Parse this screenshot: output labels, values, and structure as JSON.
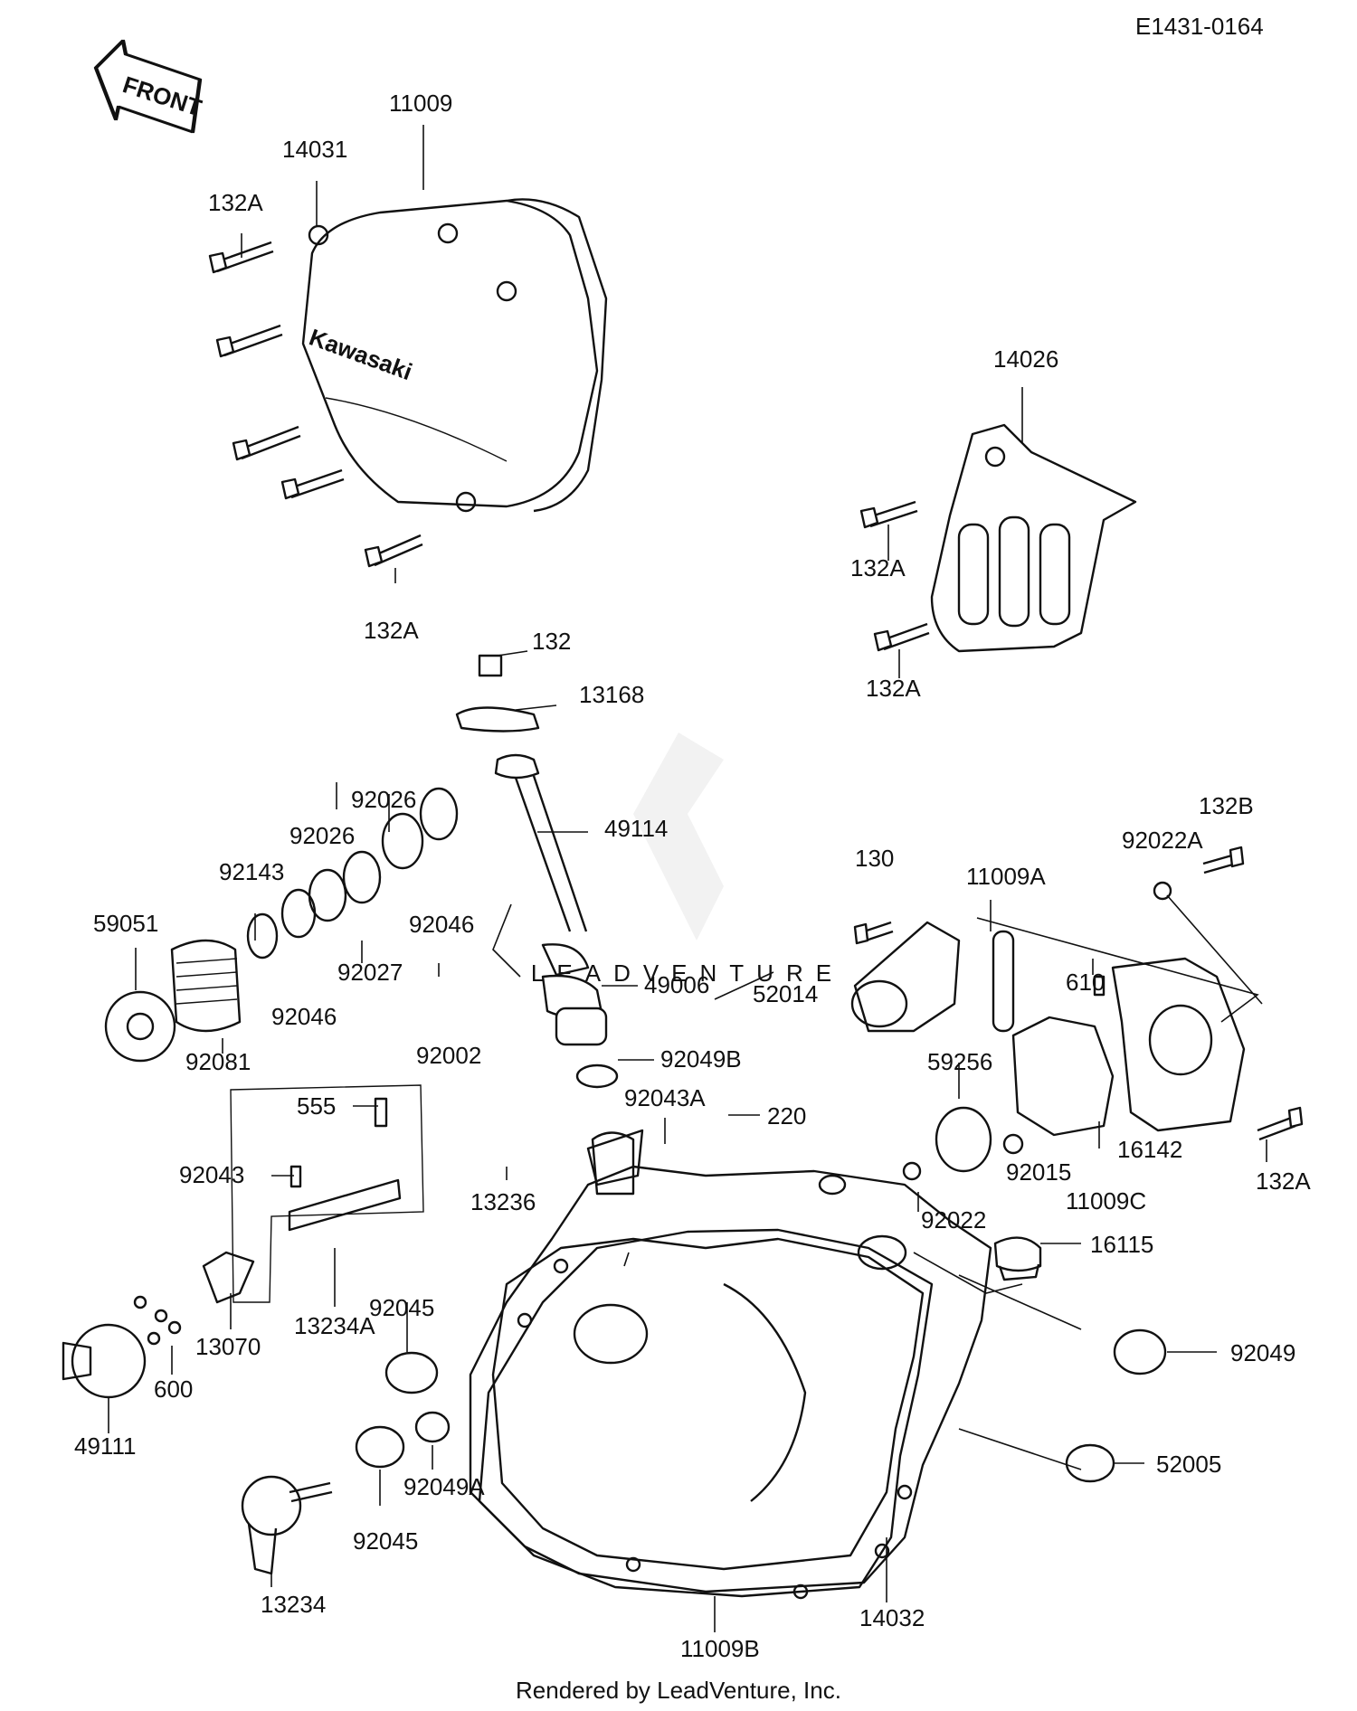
{
  "diagram_code": "E1431-0164",
  "front_arrow_label": "FRONT",
  "brand_text": "Kawasaki",
  "footer": "Rendered by LeadVenture, Inc.",
  "watermark_text": "LEADVENTURE",
  "labels": {
    "p11009": "11009",
    "p14031": "14031",
    "p132A_1": "132A",
    "p132A_2": "132A",
    "p14026": "14026",
    "p132A_3": "132A",
    "p132A_4": "132A",
    "p132": "132",
    "p13168": "13168",
    "p49114": "49114",
    "p92026_1": "92026",
    "p92026_2": "92026",
    "p92143": "92143",
    "p92046_1": "92046",
    "p92046_2": "92046",
    "p92027": "92027",
    "p59051": "59051",
    "p92081": "92081",
    "p49006": "49006",
    "p92049B": "92049B",
    "p92002": "92002",
    "p555": "555",
    "p92043": "92043",
    "p13236": "13236",
    "p92043A": "92043A",
    "p220": "220",
    "p132B": "132B",
    "p92022A": "92022A",
    "p130": "130",
    "p11009A": "11009A",
    "p610": "610",
    "p52014": "52014",
    "p59256": "59256",
    "p92015": "92015",
    "p11009C": "11009C",
    "p16142": "16142",
    "p132A_5": "132A",
    "p92022": "92022",
    "p16115": "16115",
    "p92049": "92049",
    "p52005": "52005",
    "p14032": "14032",
    "p11009B": "11009B",
    "p13234A": "13234A",
    "p92045_1": "92045",
    "p92045_2": "92045",
    "p92049A": "92049A",
    "p13070": "13070",
    "p600": "600",
    "p49111": "49111",
    "p13234": "13234"
  }
}
